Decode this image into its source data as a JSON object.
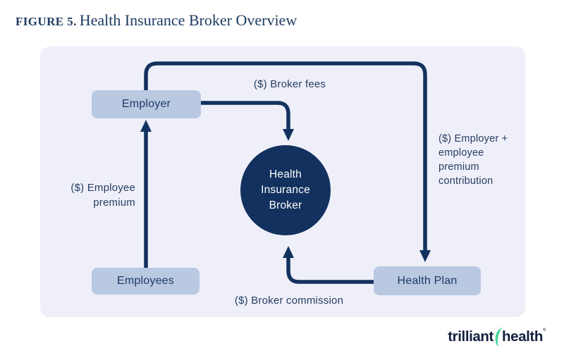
{
  "figure": {
    "label": "FIGURE 5.",
    "title": "Health Insurance Broker Overview"
  },
  "diagram": {
    "nodes": {
      "employer": {
        "label": "Employer"
      },
      "employees": {
        "label": "Employees"
      },
      "health_plan": {
        "label": "Health Plan"
      },
      "broker": {
        "lines": [
          "Health",
          "Insurance",
          "Broker"
        ]
      }
    },
    "edges": {
      "broker_fees": {
        "label": "($) Broker fees",
        "from": "Employer",
        "to": "Health Insurance Broker"
      },
      "premium_contribution": {
        "lines": [
          "($) Employer +",
          "employee",
          "premium",
          "contribution"
        ],
        "from": "Employer",
        "to": "Health Plan"
      },
      "employee_premium": {
        "lines": [
          "($) Employee",
          "premium"
        ],
        "from": "Employees",
        "to": "Employer"
      },
      "broker_commission": {
        "label": "($) Broker commission",
        "from": "Health Plan",
        "to": "Health Insurance Broker"
      }
    }
  },
  "colors": {
    "navy_line": "#12315e",
    "node_fill": "#b9c9e2",
    "node_text": "#1d3a63",
    "panel_background": "#efeffa",
    "title_text": "#1e3c61",
    "label_text": "#263e60",
    "logo_navy": "#13203f",
    "logo_green": "#44d79c"
  },
  "logo": {
    "word1": "trilliant",
    "word2": "health",
    "registered": "®",
    "mark": "swoosh-icon"
  }
}
